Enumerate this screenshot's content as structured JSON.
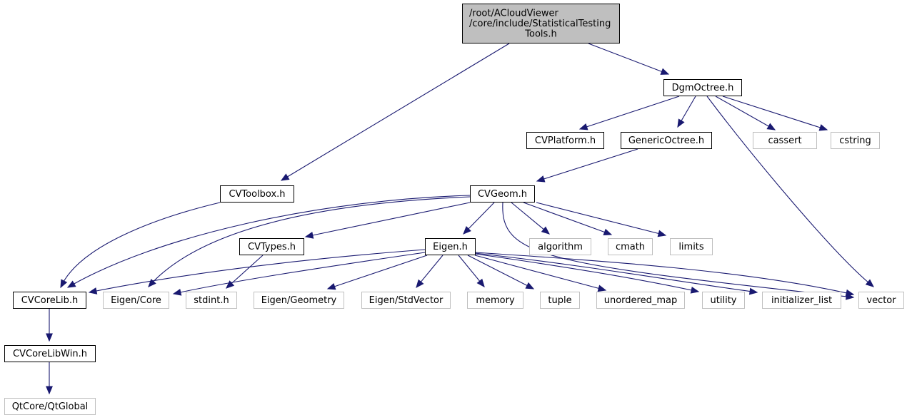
{
  "title": "Include dependency graph for StatisticalTestingTools.h",
  "colors": {
    "edge": "#191970",
    "root_fill": "#bfbfbf",
    "documented_border": "#000000",
    "external_border": "#bfbfbf"
  },
  "nodes": [
    {
      "id": "root",
      "kind": "root",
      "lines": [
        "/root/ACloudViewer",
        "/core/include/StatisticalTesting",
        "Tools.h"
      ]
    },
    {
      "id": "DgmOctree",
      "kind": "doc",
      "lines": [
        "DgmOctree.h"
      ]
    },
    {
      "id": "CVToolbox",
      "kind": "doc",
      "lines": [
        "CVToolbox.h"
      ]
    },
    {
      "id": "CVPlatform",
      "kind": "doc",
      "lines": [
        "CVPlatform.h"
      ]
    },
    {
      "id": "GenericOctree",
      "kind": "doc",
      "lines": [
        "GenericOctree.h"
      ]
    },
    {
      "id": "cassert",
      "kind": "ext",
      "lines": [
        "cassert"
      ]
    },
    {
      "id": "cstring",
      "kind": "ext",
      "lines": [
        "cstring"
      ]
    },
    {
      "id": "CVGeom",
      "kind": "doc",
      "lines": [
        "CVGeom.h"
      ]
    },
    {
      "id": "CVTypes",
      "kind": "doc",
      "lines": [
        "CVTypes.h"
      ]
    },
    {
      "id": "Eigen",
      "kind": "doc",
      "lines": [
        "Eigen.h"
      ]
    },
    {
      "id": "algorithm",
      "kind": "ext",
      "lines": [
        "algorithm"
      ]
    },
    {
      "id": "cmath",
      "kind": "ext",
      "lines": [
        "cmath"
      ]
    },
    {
      "id": "limits",
      "kind": "ext",
      "lines": [
        "limits"
      ]
    },
    {
      "id": "CVCoreLib",
      "kind": "doc",
      "lines": [
        "CVCoreLib.h"
      ]
    },
    {
      "id": "EigenCore",
      "kind": "ext",
      "lines": [
        "Eigen/Core"
      ]
    },
    {
      "id": "stdint",
      "kind": "ext",
      "lines": [
        "stdint.h"
      ]
    },
    {
      "id": "EigenGeometry",
      "kind": "ext",
      "lines": [
        "Eigen/Geometry"
      ]
    },
    {
      "id": "EigenStdVector",
      "kind": "ext",
      "lines": [
        "Eigen/StdVector"
      ]
    },
    {
      "id": "memory",
      "kind": "ext",
      "lines": [
        "memory"
      ]
    },
    {
      "id": "tuple",
      "kind": "ext",
      "lines": [
        "tuple"
      ]
    },
    {
      "id": "unordered_map",
      "kind": "ext",
      "lines": [
        "unordered_map"
      ]
    },
    {
      "id": "utility",
      "kind": "ext",
      "lines": [
        "utility"
      ]
    },
    {
      "id": "initializer_list",
      "kind": "ext",
      "lines": [
        "initializer_list"
      ]
    },
    {
      "id": "vector",
      "kind": "ext",
      "lines": [
        "vector"
      ]
    },
    {
      "id": "CVCoreLibWin",
      "kind": "doc",
      "lines": [
        "CVCoreLibWin.h"
      ]
    },
    {
      "id": "QtGlobal",
      "kind": "ext",
      "lines": [
        "QtCore/QtGlobal"
      ]
    }
  ],
  "edges": [
    {
      "from": "root",
      "to": "DgmOctree"
    },
    {
      "from": "root",
      "to": "CVToolbox"
    },
    {
      "from": "DgmOctree",
      "to": "CVPlatform"
    },
    {
      "from": "DgmOctree",
      "to": "GenericOctree"
    },
    {
      "from": "DgmOctree",
      "to": "vector"
    },
    {
      "from": "DgmOctree",
      "to": "cassert"
    },
    {
      "from": "DgmOctree",
      "to": "cstring"
    },
    {
      "from": "CVToolbox",
      "to": "CVCoreLib"
    },
    {
      "from": "GenericOctree",
      "to": "CVGeom"
    },
    {
      "from": "CVGeom",
      "to": "CVCoreLib"
    },
    {
      "from": "CVGeom",
      "to": "EigenCore"
    },
    {
      "from": "CVGeom",
      "to": "CVTypes"
    },
    {
      "from": "CVGeom",
      "to": "Eigen"
    },
    {
      "from": "CVGeom",
      "to": "vector"
    },
    {
      "from": "CVGeom",
      "to": "algorithm"
    },
    {
      "from": "CVGeom",
      "to": "cmath"
    },
    {
      "from": "CVGeom",
      "to": "limits"
    },
    {
      "from": "CVTypes",
      "to": "stdint"
    },
    {
      "from": "Eigen",
      "to": "CVCoreLib"
    },
    {
      "from": "Eigen",
      "to": "EigenCore"
    },
    {
      "from": "Eigen",
      "to": "EigenGeometry"
    },
    {
      "from": "Eigen",
      "to": "EigenStdVector"
    },
    {
      "from": "Eigen",
      "to": "memory"
    },
    {
      "from": "Eigen",
      "to": "tuple"
    },
    {
      "from": "Eigen",
      "to": "unordered_map"
    },
    {
      "from": "Eigen",
      "to": "utility"
    },
    {
      "from": "Eigen",
      "to": "initializer_list"
    },
    {
      "from": "Eigen",
      "to": "vector"
    },
    {
      "from": "CVCoreLib",
      "to": "CVCoreLibWin"
    },
    {
      "from": "CVCoreLibWin",
      "to": "QtGlobal"
    }
  ]
}
